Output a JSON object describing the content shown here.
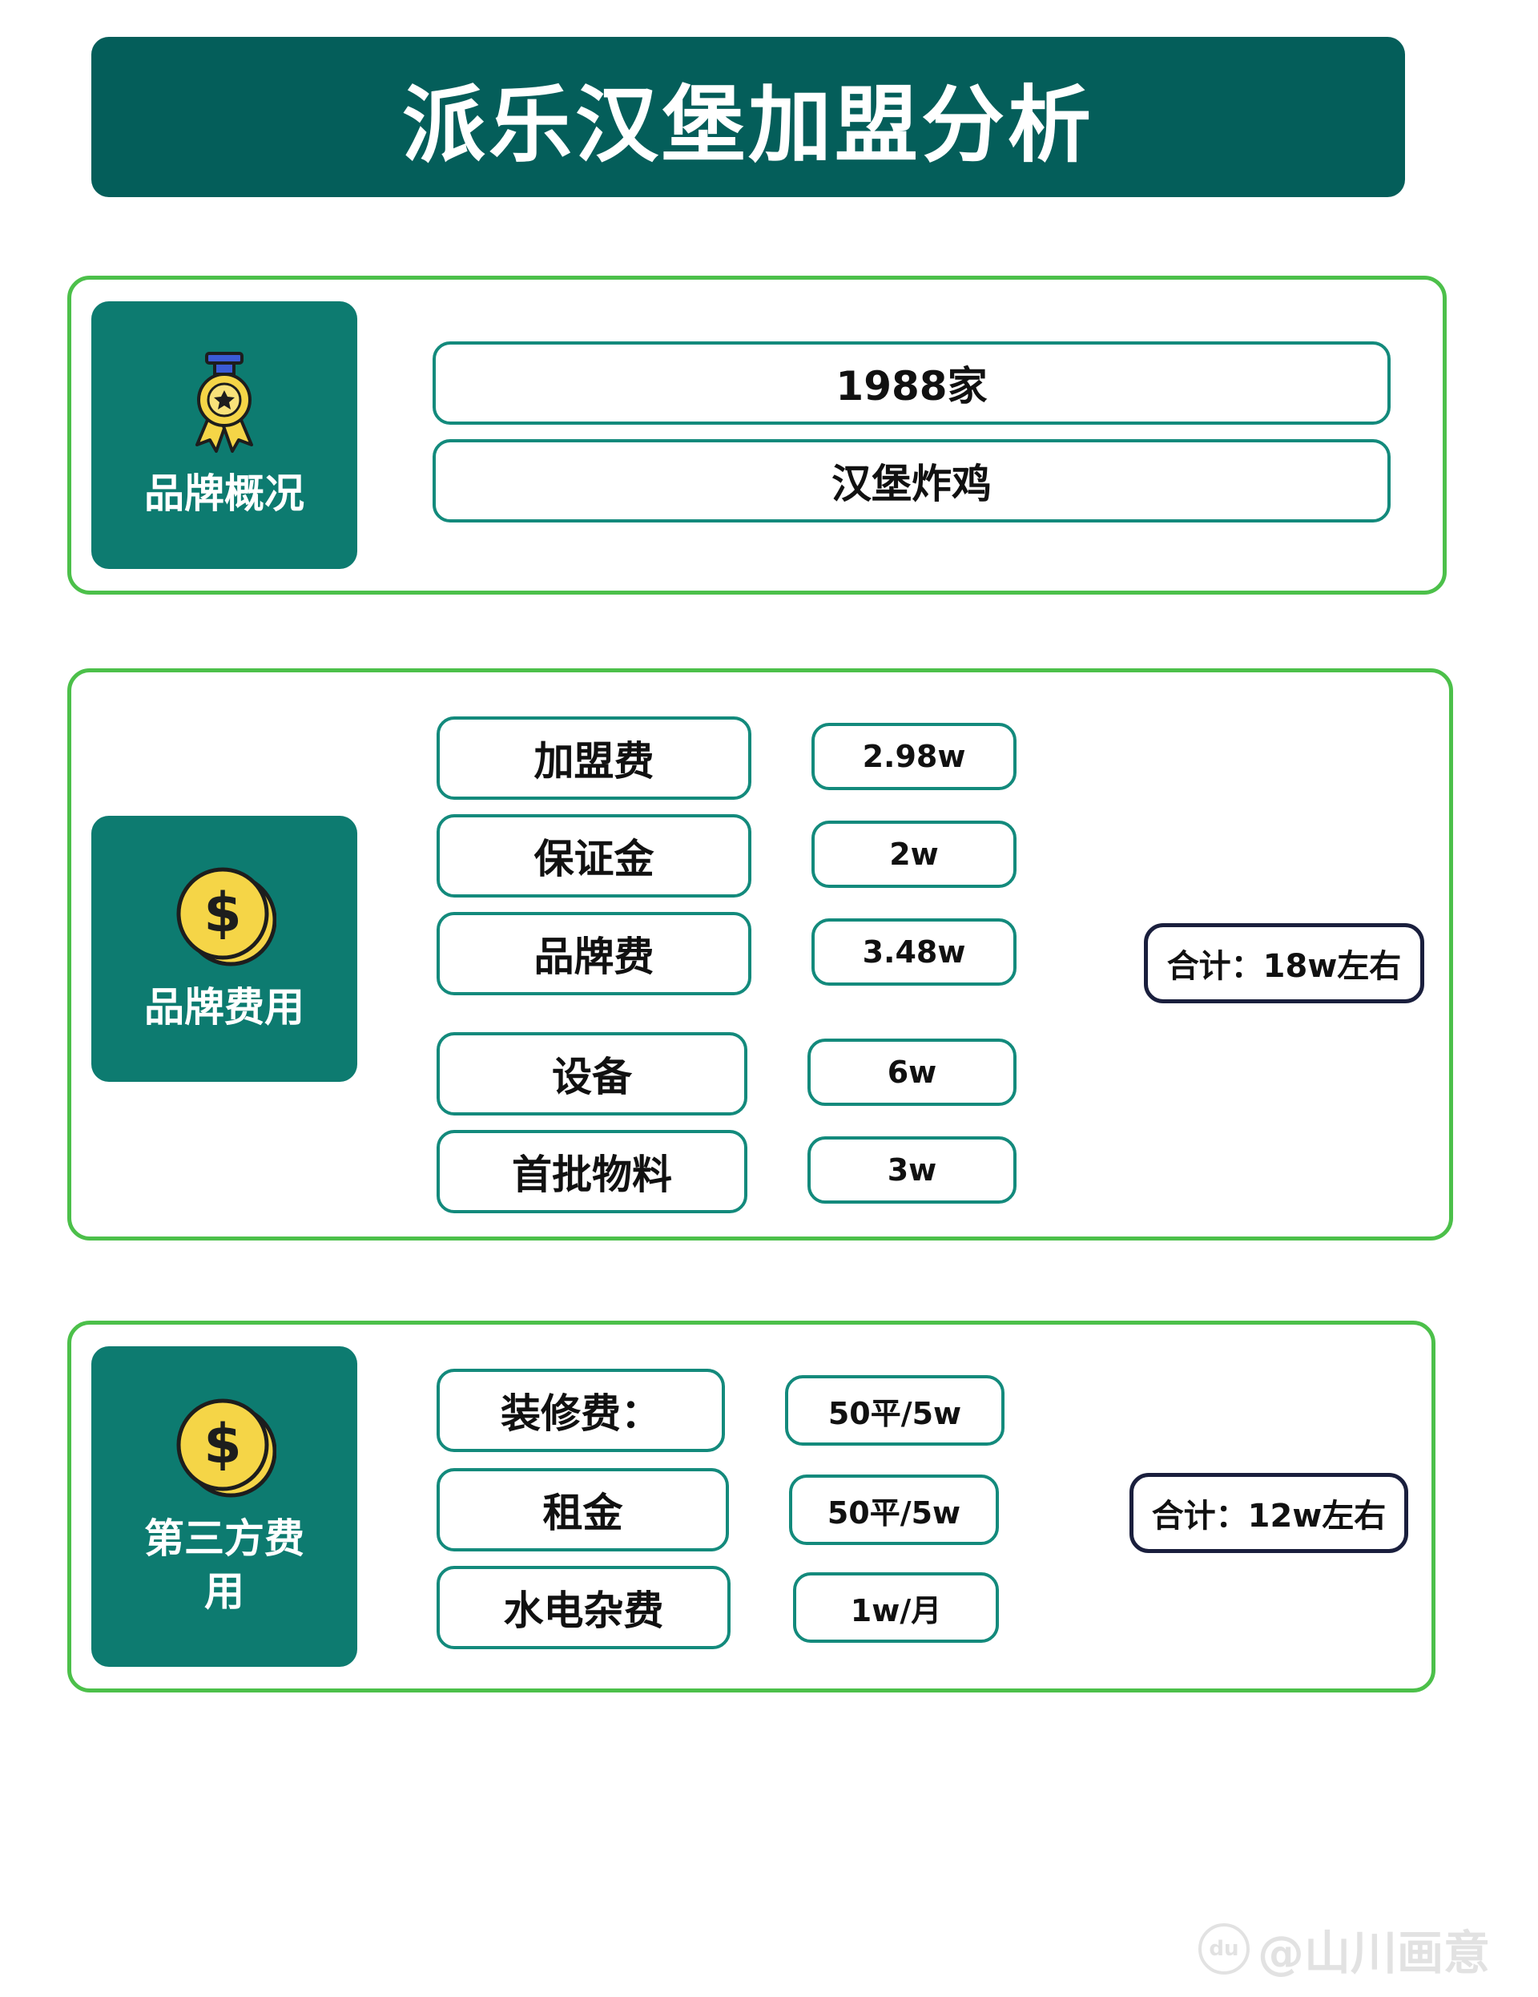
{
  "title": "派乐汉堡加盟分析",
  "sections": {
    "brand_overview": {
      "label": "品牌概况",
      "icon": "medal-icon",
      "items": [
        "1988家",
        "汉堡炸鸡"
      ]
    },
    "brand_fees": {
      "label": "品牌费用",
      "icon": "dollar-coin-icon",
      "items": [
        {
          "name": "加盟费",
          "value": "2.98w"
        },
        {
          "name": "保证金",
          "value": "2w"
        },
        {
          "name": "品牌费",
          "value": "3.48w"
        },
        {
          "name": "设备",
          "value": "6w"
        },
        {
          "name": "首批物料",
          "value": "3w"
        }
      ],
      "total": "合计：18w左右"
    },
    "third_party_fees": {
      "label": "第三方费用",
      "icon": "dollar-coin-icon",
      "items": [
        {
          "name": "装修费：",
          "value": "50平/5w"
        },
        {
          "name": "租金",
          "value": "50平/5w"
        },
        {
          "name": "水电杂费",
          "value": "1w/月"
        }
      ],
      "total": "合计：12w左右"
    }
  },
  "watermark": "@山川画意",
  "colors": {
    "primary": "#045e5a",
    "category": "#0d7b70",
    "section_border": "#4cc04a",
    "connector": "#138a7c",
    "total_border": "#1a1f3d",
    "coin": "#f5d547"
  }
}
